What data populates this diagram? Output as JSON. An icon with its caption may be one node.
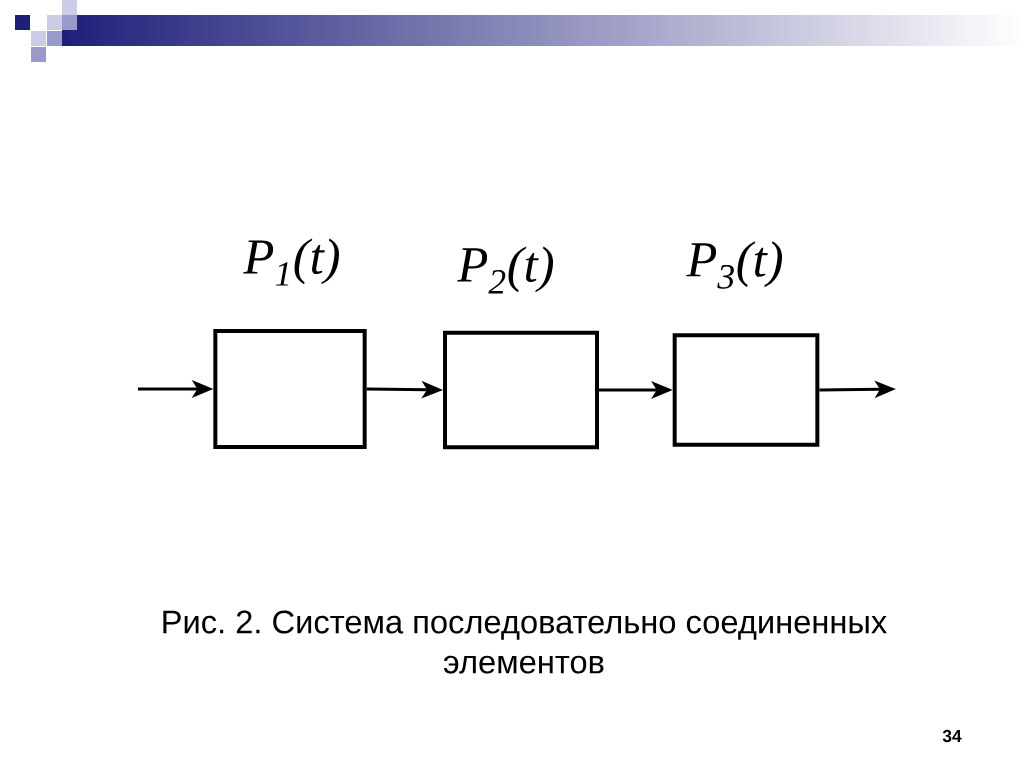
{
  "diagram": {
    "caption": "Рис. 2. Система последовательно соединенных элементов",
    "nodes": [
      {
        "text": [
          "P$_{1}$(t)"
        ]
      },
      {
        "text": [
          "P$_{2}$(t)"
        ]
      },
      {
        "text": [
          "P$_{3}$(t)"
        ]
      }
    ],
    "edges": [
      {
        "from": null,
        "to": 0,
        "arrow": "to"
      },
      {
        "from": 0,
        "to": 1,
        "arrow": "to"
      },
      {
        "from": 1,
        "to": 2,
        "arrow": "to"
      },
      {
        "from": 2,
        "to": null,
        "arrow": "to"
      }
    ],
    "labels": [
      "34"
    ]
  }
}
